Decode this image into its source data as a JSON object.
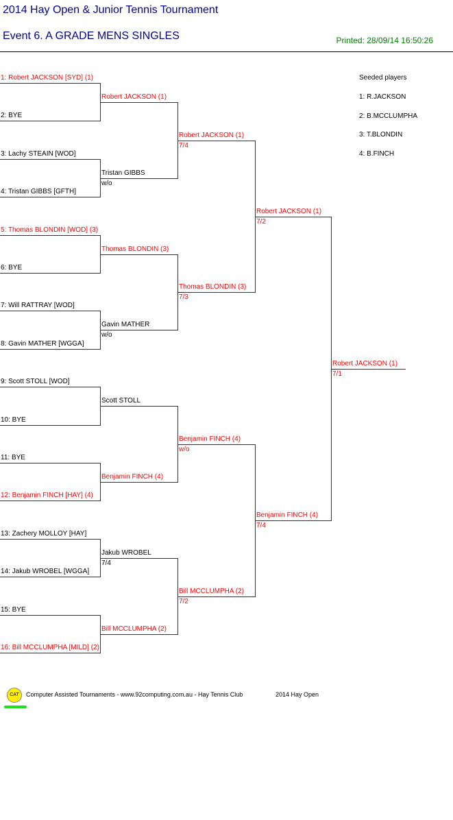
{
  "header": {
    "tournament": "2014 Hay Open & Junior Tennis Tournament",
    "event": "Event 6. A GRADE MENS SINGLES",
    "printed": "Printed: 28/09/14 16:50:26"
  },
  "colors": {
    "seeded": "#ff0000",
    "header": "#00008b",
    "printed": "#008000"
  },
  "round1": [
    {
      "label": "1: Robert JACKSON [SYD] (1)",
      "seeded": true
    },
    {
      "label": "2: BYE",
      "seeded": false
    },
    {
      "label": "3: Lachy STEAIN [WOD]",
      "seeded": false
    },
    {
      "label": "4: Tristan GIBBS [GFTH]",
      "seeded": false
    },
    {
      "label": "5: Thomas BLONDIN [WOD] (3)",
      "seeded": true
    },
    {
      "label": "6: BYE",
      "seeded": false
    },
    {
      "label": "7: Will RATTRAY [WOD]",
      "seeded": false
    },
    {
      "label": "8: Gavin MATHER [WGGA]",
      "seeded": false
    },
    {
      "label": "9: Scott STOLL [WOD]",
      "seeded": false
    },
    {
      "label": "10: BYE",
      "seeded": false
    },
    {
      "label": "11: BYE",
      "seeded": false
    },
    {
      "label": "12: Benjamin FINCH [HAY] (4)",
      "seeded": true
    },
    {
      "label": "13: Zachery MOLLOY [HAY]",
      "seeded": false
    },
    {
      "label": "14: Jakub WROBEL [WGGA]",
      "seeded": false
    },
    {
      "label": "15: BYE",
      "seeded": false
    },
    {
      "label": "16: Bill MCCLUMPHA [MILD] (2)",
      "seeded": true
    }
  ],
  "round2": [
    {
      "name": "Robert JACKSON (1)",
      "score": "",
      "seeded": true
    },
    {
      "name": "Tristan GIBBS",
      "score": "w/o",
      "seeded": false
    },
    {
      "name": "Thomas BLONDIN (3)",
      "score": "",
      "seeded": true
    },
    {
      "name": "Gavin MATHER",
      "score": "w/o",
      "seeded": false
    },
    {
      "name": "Scott STOLL",
      "score": "",
      "seeded": false
    },
    {
      "name": "Benjamin FINCH (4)",
      "score": "",
      "seeded": true
    },
    {
      "name": "Jakub WROBEL",
      "score": "7/4",
      "seeded": false
    },
    {
      "name": "Bill MCCLUMPHA (2)",
      "score": "",
      "seeded": true
    }
  ],
  "round3": [
    {
      "name": "Robert JACKSON (1)",
      "score": "7/4",
      "seeded": true
    },
    {
      "name": "Thomas BLONDIN (3)",
      "score": "7/3",
      "seeded": true
    },
    {
      "name": "Benjamin FINCH (4)",
      "score": "w/o",
      "seeded": true
    },
    {
      "name": "Bill MCCLUMPHA (2)",
      "score": "7/2",
      "seeded": true
    }
  ],
  "round4": [
    {
      "name": "Robert JACKSON (1)",
      "score": "7/2",
      "seeded": true
    },
    {
      "name": "Benjamin FINCH (4)",
      "score": "7/4",
      "seeded": true
    }
  ],
  "final": [
    {
      "name": "Robert JACKSON (1)",
      "score": "7/1",
      "seeded": true
    }
  ],
  "seeded_players": {
    "title": "Seeded players",
    "items": [
      "1: R.JACKSON",
      "2: B.MCCLUMPHA",
      "3: T.BLONDIN",
      "4: B.FINCH"
    ]
  },
  "footer": {
    "logo_text": "CAT",
    "text": "Computer Assisted Tournaments - www.92computing.com.au -  Hay Tennis Club",
    "event": "2014 Hay Open"
  }
}
